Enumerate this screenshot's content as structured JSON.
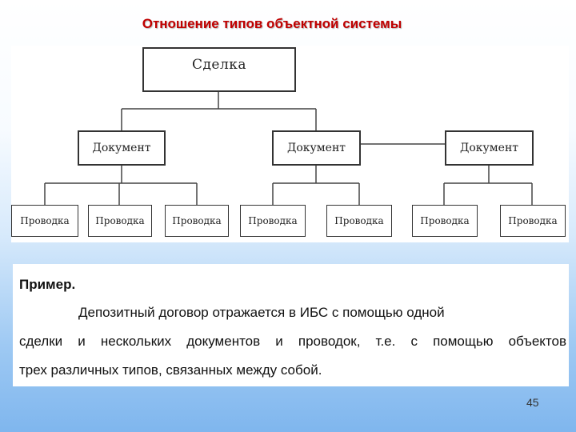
{
  "slide": {
    "title": "Отношение типов объектной системы",
    "page_number": "45"
  },
  "diagram": {
    "root": {
      "label": "Сделка"
    },
    "documents": [
      {
        "label": "Документ",
        "postings": [
          "Проводка",
          "Проводка",
          "Проводка"
        ]
      },
      {
        "label": "Документ",
        "postings": [
          "Проводка",
          "Проводка"
        ]
      },
      {
        "label": "Документ",
        "postings": [
          "Проводка",
          "Проводка"
        ]
      }
    ]
  },
  "example": {
    "heading": "Пример.",
    "line1": "Депозитный договор отражается в ИБС с помощью одной",
    "line2": "сделки и нескольких документов и проводок, т.е. с помощью объектов",
    "line3": "трех различных типов, связанных между собой."
  }
}
